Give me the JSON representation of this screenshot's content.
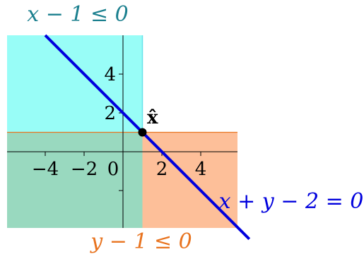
{
  "labels": {
    "constraint_x": "x − 1 ≤ 0",
    "constraint_y": "y − 1 ≤ 0",
    "line_eq": "x + y − 2 = 0",
    "point": "x̂"
  },
  "ticks": {
    "x": [
      {
        "value": -4,
        "label": "−4"
      },
      {
        "value": -2,
        "label": "−2"
      },
      {
        "value": 0,
        "label": "0"
      },
      {
        "value": 2,
        "label": "2"
      },
      {
        "value": 4,
        "label": "4"
      }
    ],
    "y": [
      {
        "value": 4,
        "label": "4"
      },
      {
        "value": 2,
        "label": "2"
      },
      {
        "value": -2,
        "label": ""
      }
    ]
  },
  "colors": {
    "cyan_region": "#98fdf7",
    "orange_region": "#fdbf99",
    "overlap_region": "#99d9bf",
    "cyan_label": "#1a7f8e",
    "orange_label": "#e8731f",
    "line": "#0000dd",
    "axis": "#000000"
  },
  "chart_data": {
    "type": "diagram",
    "xlim": [
      -6,
      6
    ],
    "ylim": [
      -4,
      6
    ],
    "grid": false,
    "regions": [
      {
        "constraint": "x − 1 ≤ 0",
        "x_max": 1
      },
      {
        "constraint": "y − 1 ≤ 0",
        "y_max": 1
      }
    ],
    "line": {
      "equation": "x + y − 2 = 0",
      "x_range": [
        -4,
        6.5
      ]
    },
    "point": {
      "x": 1,
      "y": 1,
      "label": "x̂"
    }
  }
}
